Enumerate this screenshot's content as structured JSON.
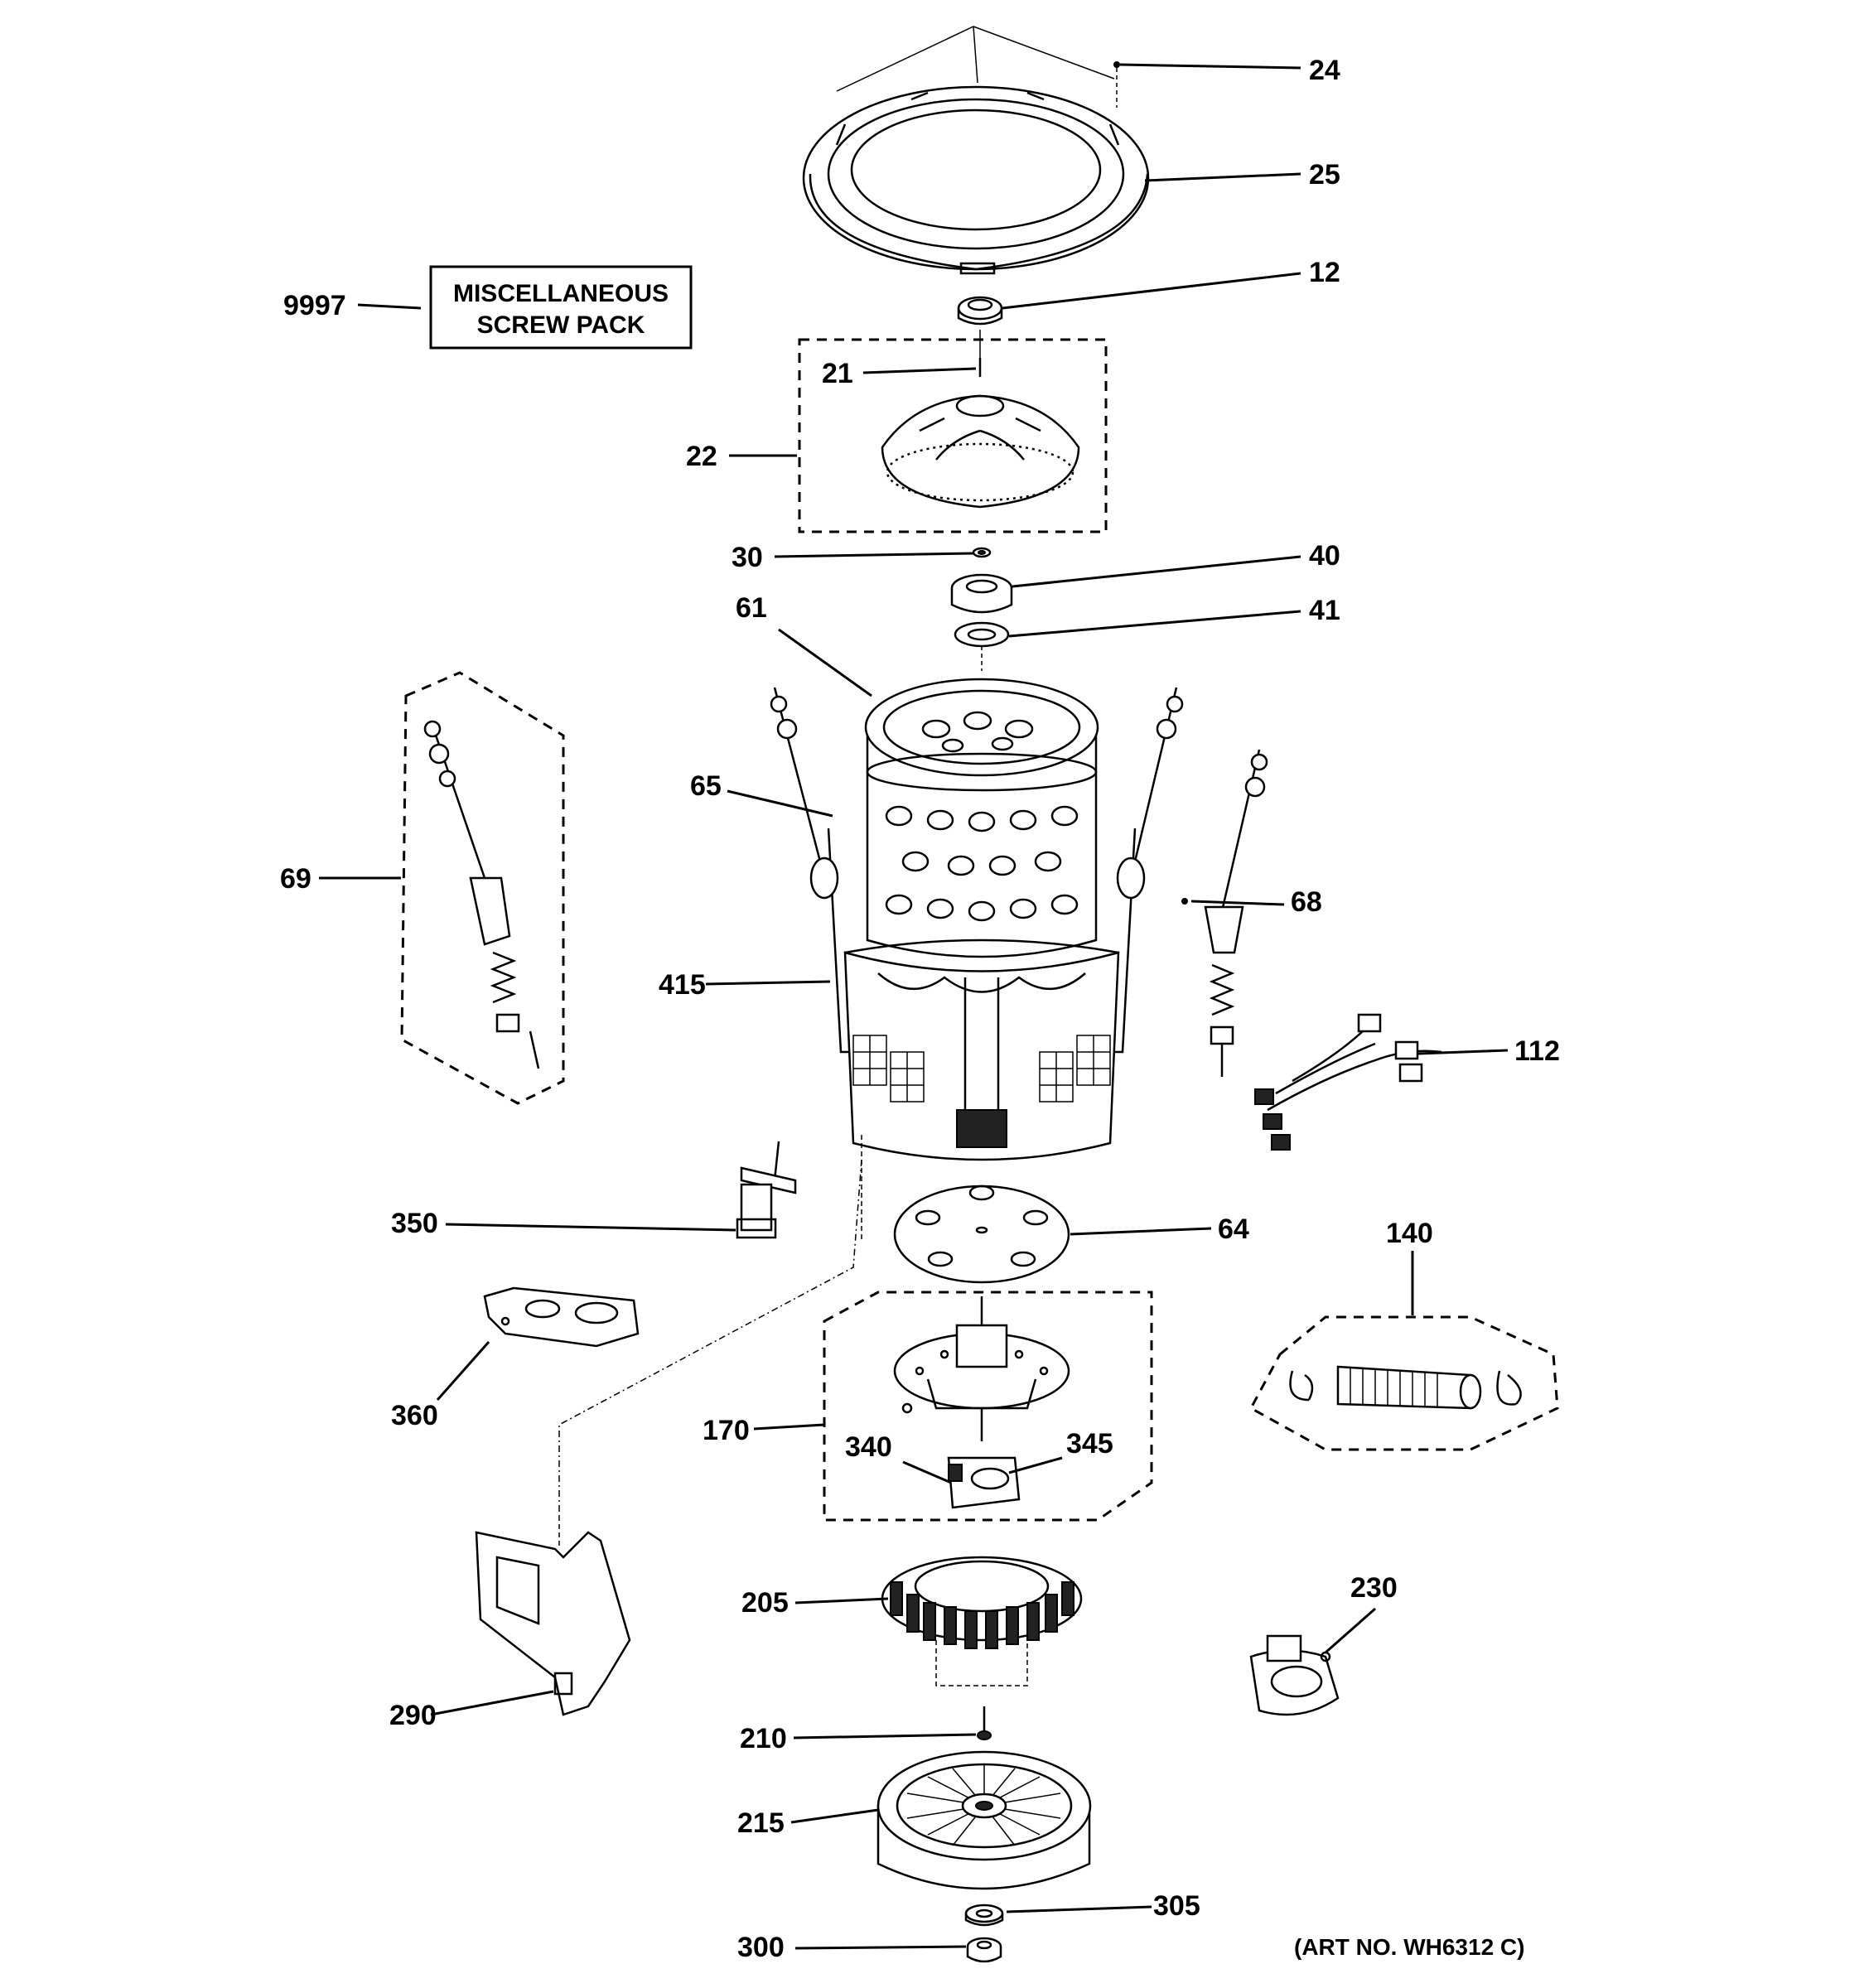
{
  "misc_box": {
    "line1": "MISCELLANEOUS",
    "line2": "SCREW PACK"
  },
  "art_number": "(ART NO. WH6312 C)",
  "labels": {
    "p24": "24",
    "p25": "25",
    "p12": "12",
    "p9997": "9997",
    "p21": "21",
    "p22": "22",
    "p30": "30",
    "p40": "40",
    "p41": "41",
    "p61": "61",
    "p65": "65",
    "p68": "68",
    "p69": "69",
    "p415": "415",
    "p112": "112",
    "p350": "350",
    "p64": "64",
    "p140": "140",
    "p360": "360",
    "p170": "170",
    "p340": "340",
    "p345": "345",
    "p205": "205",
    "p230": "230",
    "p290": "290",
    "p210": "210",
    "p215": "215",
    "p305": "305",
    "p300": "300"
  }
}
